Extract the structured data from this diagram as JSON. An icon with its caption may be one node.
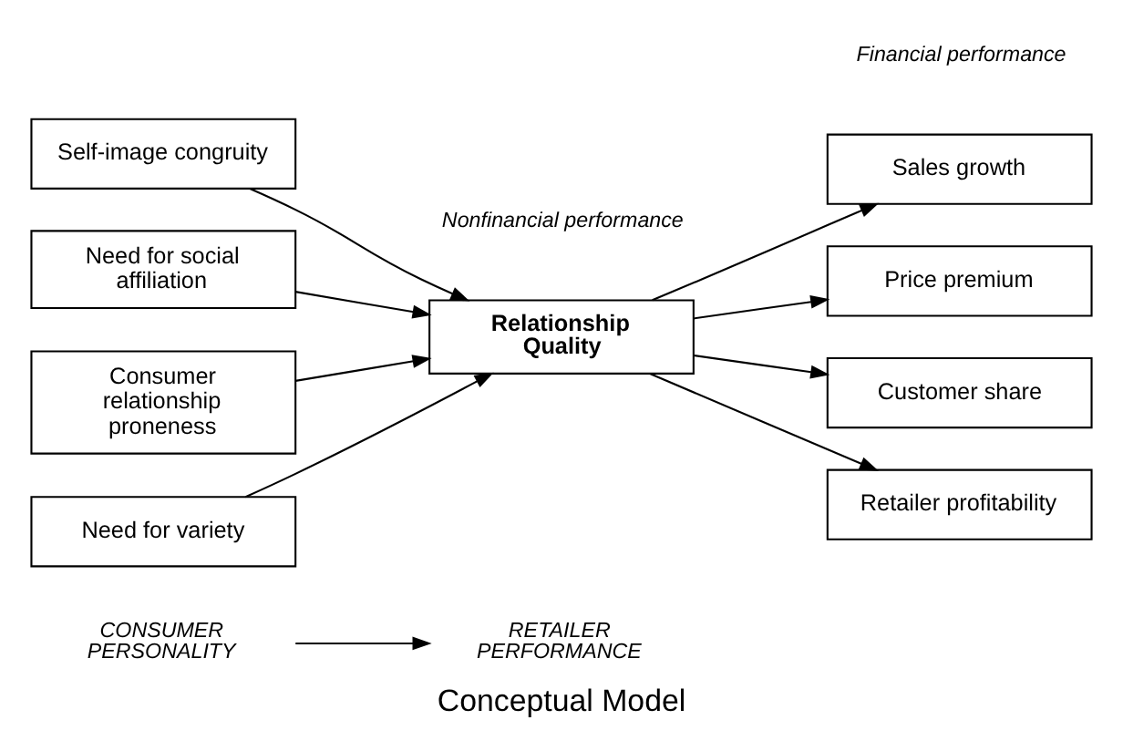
{
  "diagram": {
    "caption": "Conceptual Model",
    "nodes": [
      {
        "text": [
          "CONSUMER PERSONALITY"
        ]
      },
      {
        "text": [
          "RETAILER PERFORMANCE"
        ]
      },
      {
        "text": [
          "Self-image congruity"
        ]
      },
      {
        "text": [
          "Need for social affiliation"
        ]
      },
      {
        "text": [
          "Consumer relationship proneness"
        ]
      },
      {
        "text": [
          "Need for variety"
        ]
      },
      {
        "text": [
          "Relationship Quality"
        ]
      },
      {
        "text": [
          "Sales growth"
        ]
      },
      {
        "text": [
          "Price premium"
        ]
      },
      {
        "text": [
          "Customer share"
        ]
      },
      {
        "text": [
          "Retailer profitability"
        ]
      }
    ],
    "edges": [
      {
        "from": 0,
        "to": 1,
        "arrow": "to"
      },
      {
        "from": 2,
        "to": 6,
        "arrow": "to"
      },
      {
        "from": 3,
        "to": 6,
        "arrow": "to"
      },
      {
        "from": 4,
        "to": 6,
        "arrow": "to"
      },
      {
        "from": 5,
        "to": 6,
        "arrow": "to"
      },
      {
        "from": 6,
        "to": 7,
        "arrow": "to"
      },
      {
        "from": 6,
        "to": 8,
        "arrow": "to"
      },
      {
        "from": 6,
        "to": 9,
        "arrow": "to"
      },
      {
        "from": 6,
        "to": 10,
        "arrow": "to"
      }
    ],
    "labels": [
      "Nonfinancial performance",
      "Financial performance"
    ]
  }
}
